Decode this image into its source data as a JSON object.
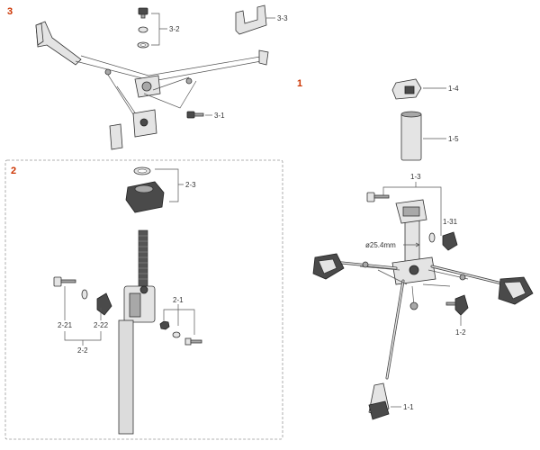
{
  "colors": {
    "section_number": "#cc3300",
    "box_border": "#999999",
    "line": "#555555"
  },
  "sections": {
    "s1": "1",
    "s2": "2",
    "s3": "3"
  },
  "labels": {
    "p3_1": "3-1",
    "p3_2": "3-2",
    "p3_3": "3-3",
    "p2_1": "2-1",
    "p2_2": "2-2",
    "p2_3": "2-3",
    "p2_21": "2-21",
    "p2_22": "2-22",
    "p1_1": "1-1",
    "p1_2": "1-2",
    "p1_3": "1-3",
    "p1_4": "1-4",
    "p1_5": "1-5",
    "p1_31": "1-31",
    "diameter": "ø25.4mm"
  }
}
